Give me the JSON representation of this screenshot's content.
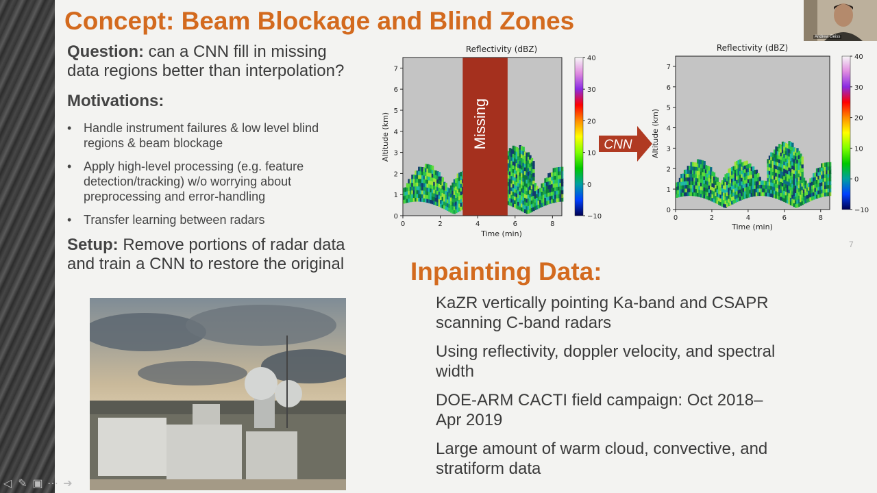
{
  "slide": {
    "title": "Concept: Beam Blockage and Blind Zones",
    "question_label": "Question:",
    "question_text": "can a CNN fill in missing",
    "question_text2": "data regions better than interpolation?",
    "motivations_label": "Motivations:",
    "motivations": [
      [
        "Handle instrument failures & low level blind",
        "regions & beam blockage"
      ],
      [
        "Apply high-level processing (e.g. feature",
        "detection/tracking) w/o worrying about",
        "preprocessing and error-handling"
      ],
      [
        "Transfer learning between radars"
      ]
    ],
    "setup_label": "Setup:",
    "setup_text": "Remove portions of radar data",
    "setup_text2": "and train a CNN to restore the original",
    "page_number": "7",
    "inpainting_title": "Inpainting Data:",
    "inpainting_items": [
      [
        "KaZR vertically pointing Ka-band and CSAPR",
        "scanning C-band radars"
      ],
      [
        "Using reflectivity, doppler velocity, and spectral",
        "width"
      ],
      [
        "DOE-ARM CACTI field campaign: Oct 2018–",
        "Apr 2019"
      ],
      [
        "Large amount of warm cloud, convective, and",
        "stratiform data"
      ]
    ],
    "arrow_label": "CNN",
    "missing_label": "Missing"
  },
  "chart_data": [
    {
      "type": "heatmap",
      "title": "Reflectivity (dBZ)",
      "xlabel": "Time (min)",
      "ylabel": "Altitude (km)",
      "xlim": [
        0,
        8.5
      ],
      "ylim": [
        0,
        7.5
      ],
      "xticks": [
        0,
        2,
        4,
        6,
        8
      ],
      "yticks": [
        0,
        1,
        2,
        3,
        4,
        5,
        6,
        7
      ],
      "colorbar_ticks": [
        -10,
        0,
        10,
        20,
        30,
        40
      ],
      "annotation": "Missing",
      "missing_region_x": [
        3.2,
        5.6
      ]
    },
    {
      "type": "heatmap",
      "title": "Reflectivity (dBZ)",
      "xlabel": "Time (min)",
      "ylabel": "Altitude (km)",
      "xlim": [
        0,
        8.5
      ],
      "ylim": [
        0,
        7.5
      ],
      "xticks": [
        0,
        2,
        4,
        6,
        8
      ],
      "yticks": [
        0,
        1,
        2,
        3,
        4,
        5,
        6,
        7
      ],
      "colorbar_ticks": [
        -10,
        0,
        10,
        20,
        30,
        40
      ]
    }
  ],
  "webcam": {
    "name": "Andrew Geiss"
  },
  "colors": {
    "accent": "#d36a1e",
    "missing": "#a5301e",
    "arrow": "#b03a22"
  },
  "nav_icons": [
    "prev-arrow-icon",
    "pen-icon",
    "slides-icon",
    "more-icon",
    "next-arrow-icon"
  ]
}
